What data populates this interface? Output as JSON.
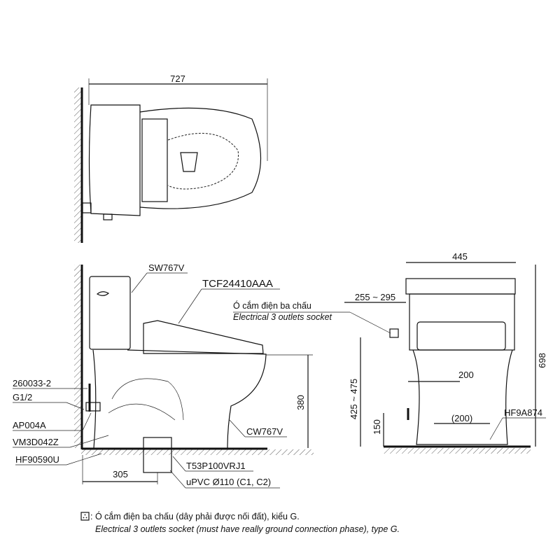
{
  "top_view": {
    "width_dim": "727"
  },
  "side_view": {
    "labels": {
      "tank": "SW767V",
      "seat": "TCF24410AAA",
      "socket_vi": "Ó cắm điện ba chấu",
      "socket_en": "Electrical 3 outlets socket",
      "part_1": "260033-2",
      "part_2": "G1/2",
      "part_3": "AP004A",
      "part_4": "VM3D042Z",
      "part_5": "HF90590U",
      "bowl": "CW767V",
      "flange": "T53P100VRJ1",
      "pipe": "uPVC Ø110 (C1, C2)"
    },
    "dims": {
      "height": "380",
      "rough_in": "305"
    }
  },
  "front_view": {
    "dims": {
      "width": "445",
      "total_height": "698",
      "socket_offset": "255 ~ 295",
      "socket_height": "425 ~ 475",
      "valve_height": "150",
      "inlet_offset": "200",
      "bolt_spacing": "(200)"
    },
    "labels": {
      "fixing": "HF9A874"
    }
  },
  "footnote": {
    "line_vi": ": Ó cắm điện ba chấu (dây phải được nối đất), kiểu G.",
    "line_en": "Electrical 3 outlets socket (must have really ground connection phase), type G."
  }
}
